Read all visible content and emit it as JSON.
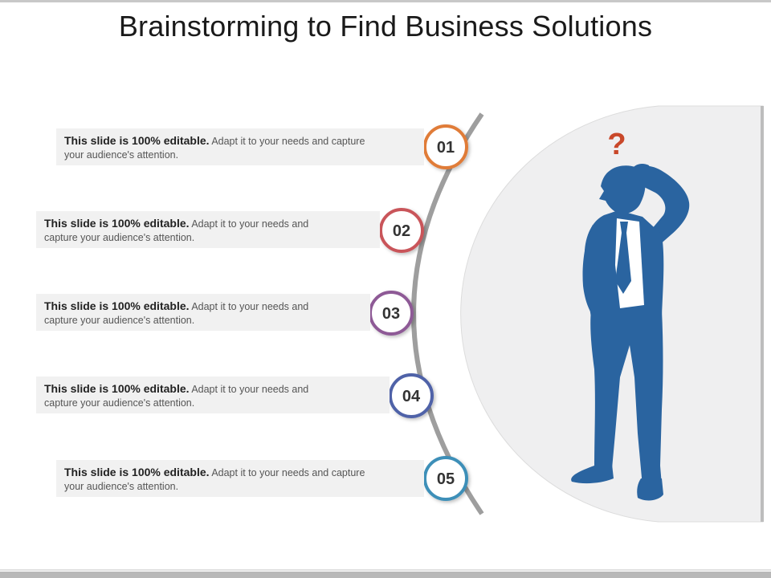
{
  "title": "Brainstorming to Find Business Solutions",
  "steps": [
    {
      "number": "01",
      "bold": "This slide is 100% editable.",
      "text_line1": " Adapt it to your needs and capture",
      "text_line2": "your audience's attention.",
      "color": "#e07b39"
    },
    {
      "number": "02",
      "bold": "This slide is 100% editable.",
      "text_line1": " Adapt it to your needs and",
      "text_line2": "capture your audience's attention.",
      "color": "#c9545a"
    },
    {
      "number": "03",
      "bold": "This slide is 100% editable.",
      "text_line1": " Adapt it to your needs and",
      "text_line2": "capture your audience's attention.",
      "color": "#8e5a96"
    },
    {
      "number": "04",
      "bold": "This slide is 100% editable.",
      "text_line1": " Adapt it to your needs and",
      "text_line2": "capture your audience's attention.",
      "color": "#4f62a8"
    },
    {
      "number": "05",
      "bold": "This slide is 100% editable.",
      "text_line1": " Adapt it to your needs and capture",
      "text_line2": "your audience's attention.",
      "color": "#3c8fb8"
    }
  ],
  "figure": {
    "question_mark": "?",
    "silhouette_color": "#2a64a0",
    "question_color": "#c9482a"
  }
}
